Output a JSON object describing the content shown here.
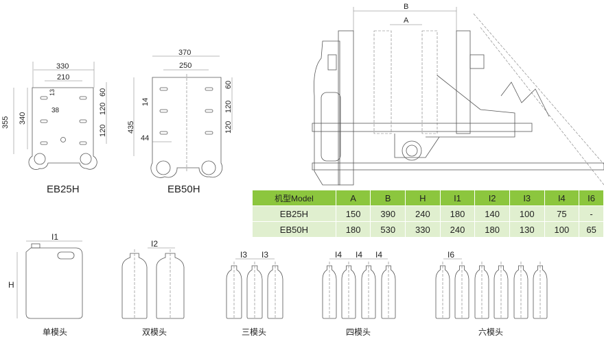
{
  "plates": [
    {
      "name": "EB25H",
      "dims": {
        "w_outer": "330",
        "w_holes": "210",
        "h_outer": "355",
        "h_inner": "340",
        "slot_h": "13",
        "slot_w": "38",
        "pitch1": "60",
        "pitch2": "120",
        "pitch3": "120"
      }
    },
    {
      "name": "EB50H",
      "dims": {
        "w_outer": "370",
        "w_holes": "250",
        "h_outer": "435",
        "slot_h": "14",
        "slot_w": "44",
        "pitch1": "60",
        "pitch2": "120",
        "pitch3": "120"
      }
    }
  ],
  "machine": {
    "label_b": "B",
    "label_a": "A"
  },
  "table": {
    "headers": [
      "机型Model",
      "A",
      "B",
      "H",
      "I1",
      "I2",
      "I3",
      "I4",
      "I6"
    ],
    "rows": [
      [
        "EB25H",
        "150",
        "390",
        "240",
        "180",
        "140",
        "100",
        "75",
        "-"
      ],
      [
        "EB50H",
        "180",
        "530",
        "330",
        "240",
        "180",
        "130",
        "100",
        "65"
      ]
    ]
  },
  "bottles": {
    "labels": {
      "i1": "I1",
      "h": "H",
      "i2": "I2",
      "i3a": "I3",
      "i3b": "I3",
      "i4a": "I4",
      "i4b": "I4",
      "i4c": "I4",
      "i6": "I6"
    },
    "captions": [
      "单模头",
      "双模头",
      "三模头",
      "四模头",
      "六模头"
    ]
  },
  "colors": {
    "header": "#8cc63e",
    "row": "#e0efcf"
  }
}
